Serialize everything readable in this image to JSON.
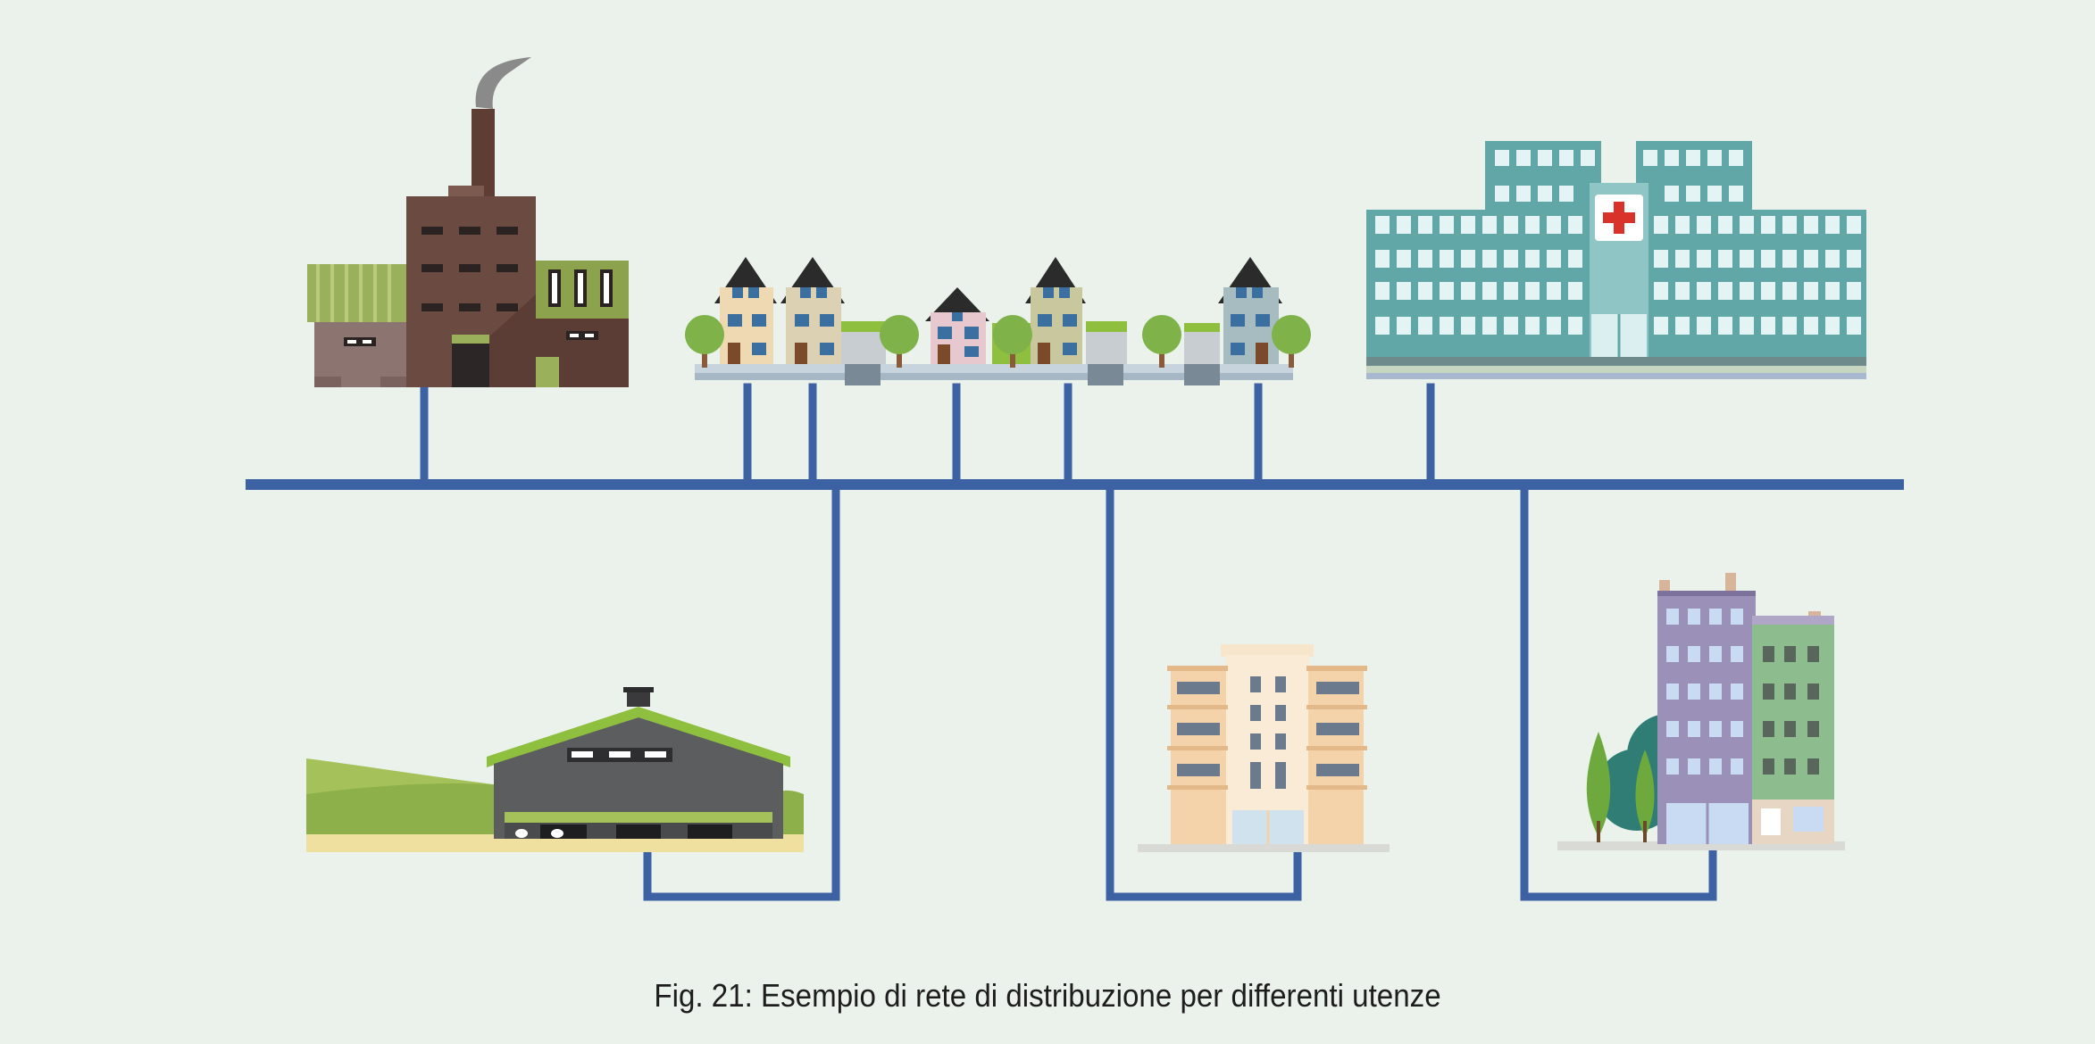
{
  "caption": "Fig. 21: Esempio di rete di distribuzione per differenti utenze",
  "colors": {
    "background": "#ebf2ec",
    "pipe": "#3c62a3",
    "factory_brick": "#6b4a41",
    "factory_green": "#9bb05a",
    "hospital_teal": "#62a7a7",
    "hospital_cross": "#d9322b",
    "barn_roof": "#8fbf3f",
    "barn_wall": "#5c5d5f",
    "apartment_beige": "#f4d2aa",
    "tower_purple": "#9b90b8",
    "tower_green": "#8dbd8e"
  },
  "nodes": [
    {
      "id": "factory",
      "icon": "factory-icon"
    },
    {
      "id": "houses",
      "icon": "row-houses-icon"
    },
    {
      "id": "hospital",
      "icon": "hospital-icon"
    },
    {
      "id": "farm",
      "icon": "farm-barn-icon"
    },
    {
      "id": "apartment",
      "icon": "apartment-building-icon"
    },
    {
      "id": "towers",
      "icon": "city-towers-icon"
    }
  ]
}
